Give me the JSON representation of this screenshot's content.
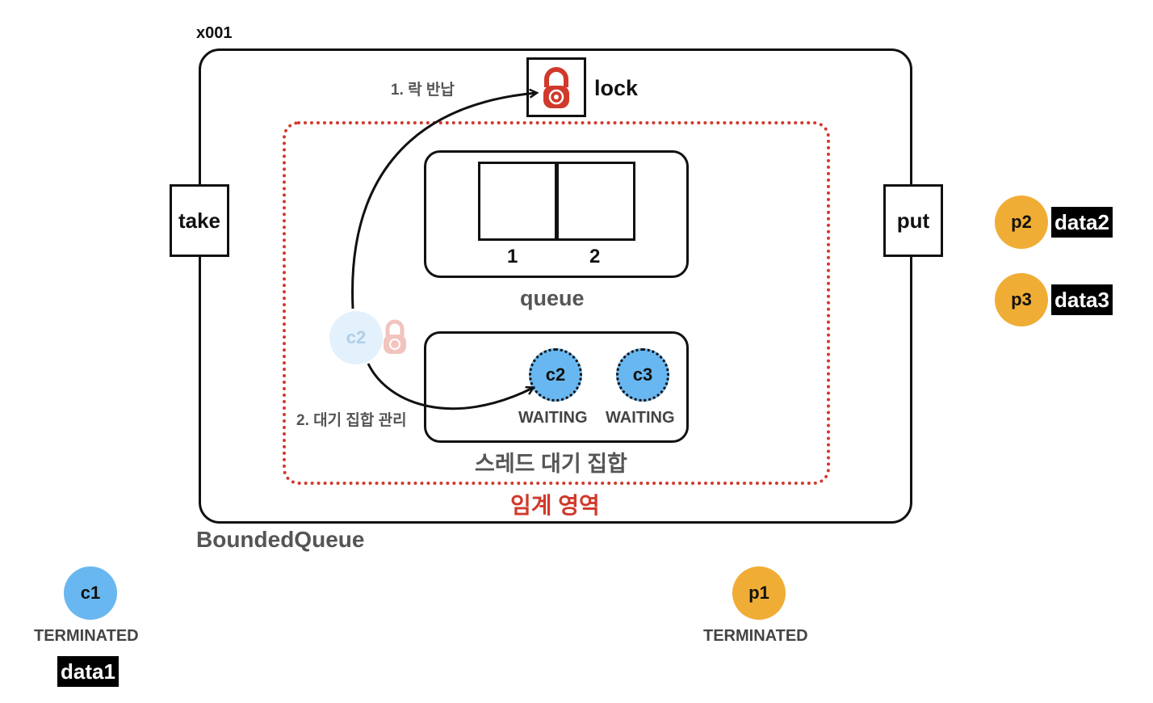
{
  "reference_label": "x001",
  "lock": {
    "label": "lock",
    "icon": "padlock-icon",
    "color": "#d0392b"
  },
  "methods": {
    "take": "take",
    "put": "put"
  },
  "queue": {
    "slots": [
      "1",
      "2"
    ],
    "label": "queue"
  },
  "wait_set": {
    "label": "스레드 대기 집합",
    "threads": [
      {
        "name": "c2",
        "state": "WAITING"
      },
      {
        "name": "c3",
        "state": "WAITING"
      }
    ]
  },
  "critical_section_label": "임계 영역",
  "class_label": "BoundedQueue",
  "steps": {
    "step1": "1. 락 반납",
    "step2": "2. 대기 집합 관리"
  },
  "moving_thread": {
    "name": "c2"
  },
  "producers_waiting": [
    {
      "name": "p2",
      "data": "data2"
    },
    {
      "name": "p3",
      "data": "data3"
    }
  ],
  "consumer_terminated": {
    "name": "c1",
    "state": "TERMINATED",
    "data": "data1"
  },
  "producer_terminated": {
    "name": "p1",
    "state": "TERMINATED"
  },
  "colors": {
    "consumer": "#69b7f0",
    "producer": "#f0ad35",
    "critical": "#d0392b"
  }
}
